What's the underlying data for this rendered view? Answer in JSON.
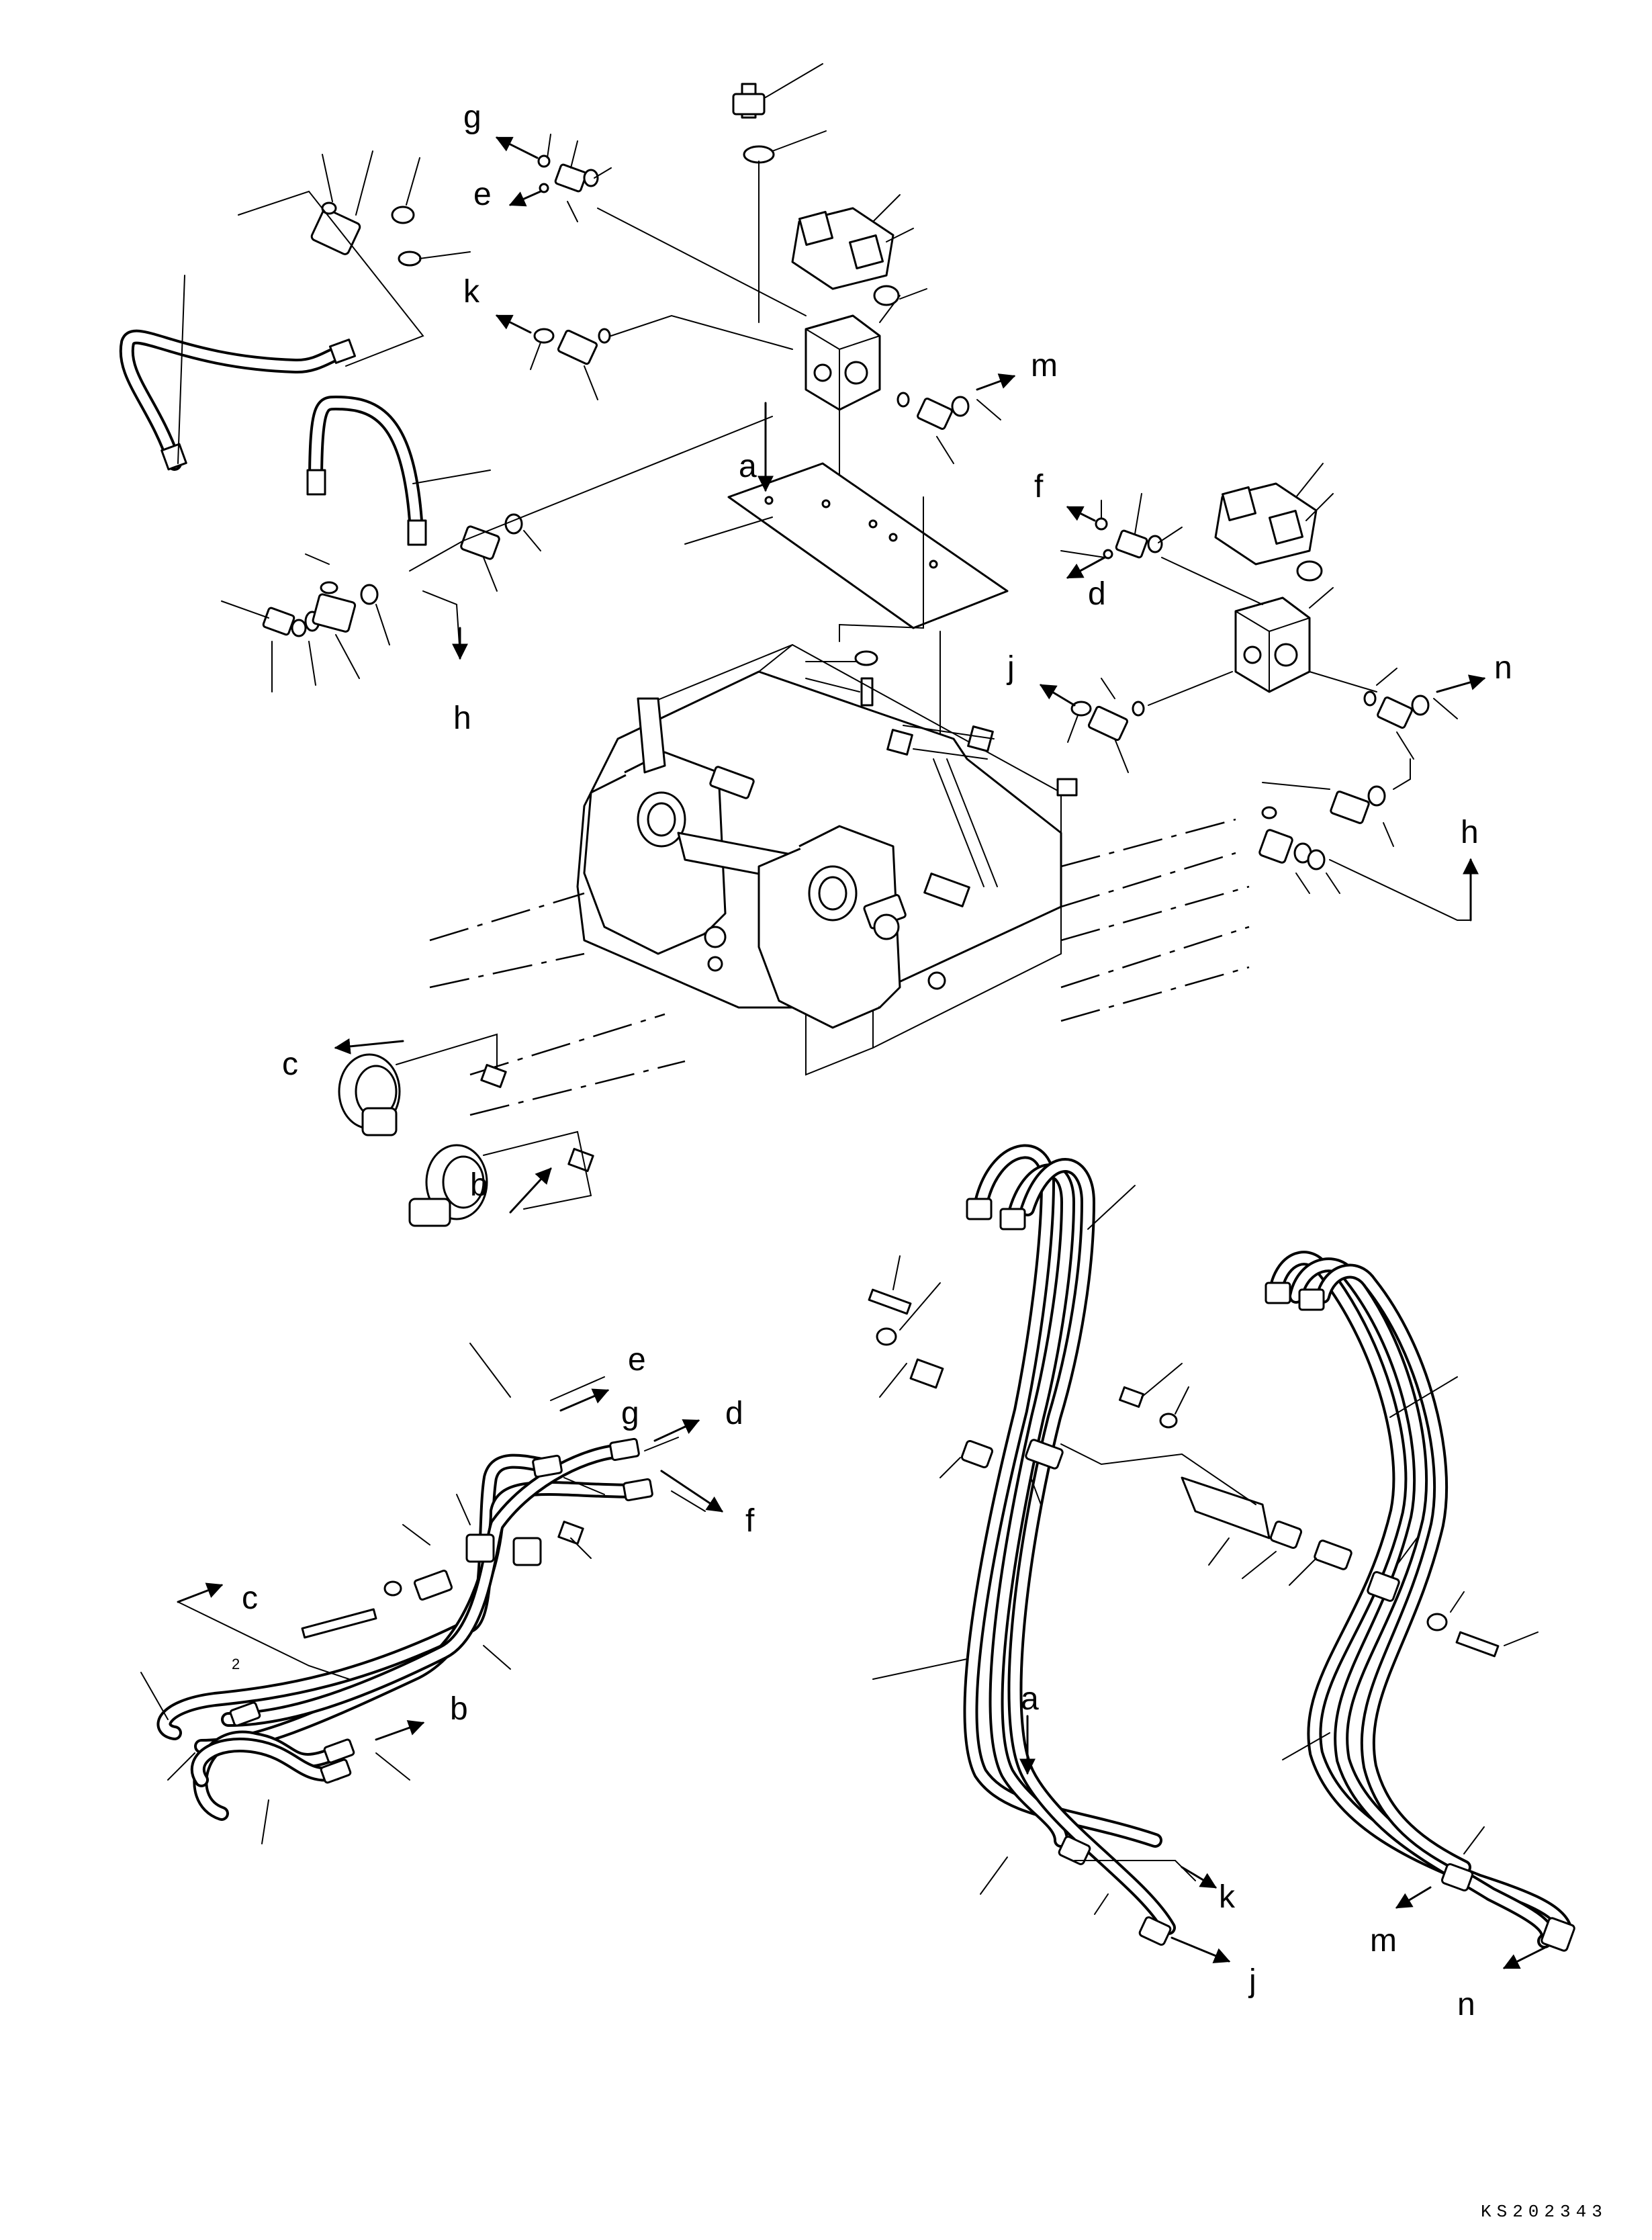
{
  "drawing_code": "KS202343",
  "callouts": {
    "a": "a",
    "b": "b",
    "c": "c",
    "d": "d",
    "e": "e",
    "f": "f",
    "g": "g",
    "h": "h",
    "j": "j",
    "k": "k",
    "m": "m",
    "n": "n"
  },
  "small_mark": "2"
}
